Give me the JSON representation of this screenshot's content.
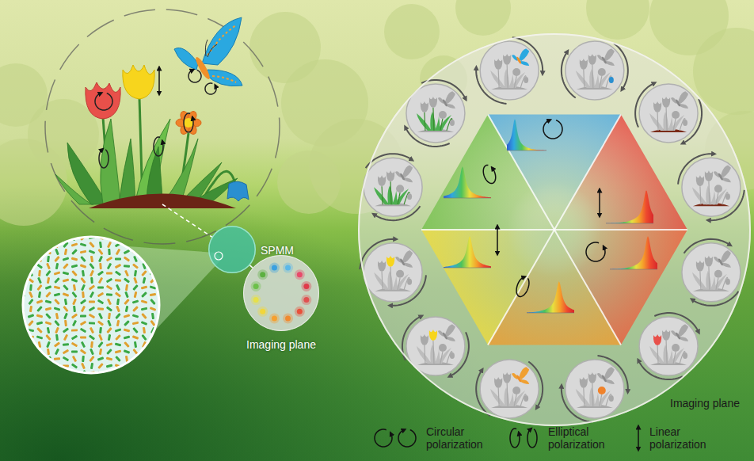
{
  "diagram": {
    "nodes": [
      {
        "text": [
          "SPMM"
        ]
      },
      {
        "text": [
          "Imaging plane"
        ]
      },
      {
        "text": [
          "Imaging plane"
        ]
      }
    ],
    "edges": [
      {
        "from": 0,
        "to": 1,
        "arrow": "none"
      }
    ],
    "legend": [
      {
        "text": "Circular polarization"
      },
      {
        "text": "Elliptical polarization"
      },
      {
        "text": "Linear polarization"
      }
    ]
  }
}
